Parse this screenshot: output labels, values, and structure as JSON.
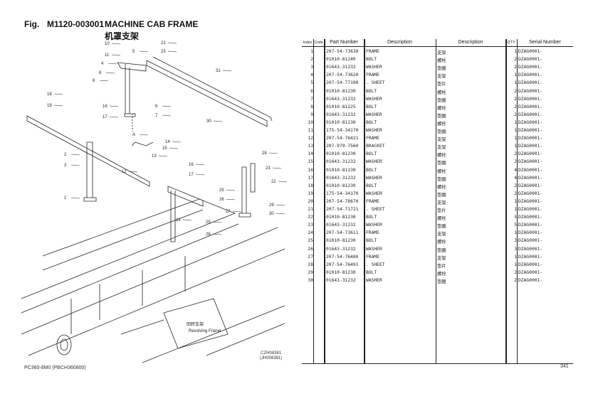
{
  "header": {
    "fig_label": "Fig.",
    "figure_code": "M1120-003001",
    "title": "MACHINE CAB FRAME",
    "title_cn": "机罩支架"
  },
  "footer": {
    "model": "PC360-8M0  (PBCH360800)",
    "page": "341",
    "drawing_code": [
      "CZH08381",
      "(JH008381)"
    ]
  },
  "diagram": {
    "frame_label_cn": "回转车架",
    "frame_label": "Revolving Frame",
    "callouts": [
      "10",
      "11",
      "5",
      "22",
      "23",
      "4",
      "8",
      "6",
      "31",
      "18",
      "19",
      "16",
      "6",
      "7",
      "17",
      "30",
      "A",
      "14",
      "15",
      "13",
      "2",
      "3",
      "12",
      "16",
      "17",
      "28",
      "23",
      "22",
      "25",
      "26",
      "1",
      "27",
      "29",
      "30",
      "24",
      "25",
      "26"
    ]
  },
  "table": {
    "headers": {
      "index": "Index",
      "code": "Code",
      "part_number": "Part Number",
      "description": "Description",
      "description_cn": "Description",
      "qty": "Q'TY",
      "serial": "Serial Number"
    },
    "rows": [
      {
        "index": "1",
        "pn": "207-54-73630",
        "desc": "FRAME",
        "desc_cn": "支架",
        "qty": "1",
        "sn": "DZAG0001-"
      },
      {
        "index": "2",
        "pn": "01010-81240",
        "desc": "BOLT",
        "desc_cn": "螺栓",
        "qty": "2",
        "sn": "DZAG0001-"
      },
      {
        "index": "3",
        "pn": "01643-31232",
        "desc": "WASHER",
        "desc_cn": "垫圈",
        "qty": "2",
        "sn": "DZAG0001-"
      },
      {
        "index": "4",
        "pn": "207-54-73620",
        "desc": "FRAME",
        "desc_cn": "支架",
        "qty": "1",
        "sn": "DZAG0001-"
      },
      {
        "index": "5",
        "pn": "207-54-77190",
        "desc": ". SHEET",
        "desc_cn": "垫片",
        "qty": "1",
        "sn": "DZAG0001-"
      },
      {
        "index": "6",
        "pn": "01010-81230",
        "desc": "BOLT",
        "desc_cn": "螺栓",
        "qty": "2",
        "sn": "DZAG0001-"
      },
      {
        "index": "7",
        "pn": "01643-31232",
        "desc": "WASHER",
        "desc_cn": "垫圈",
        "qty": "2",
        "sn": "DZAG0001-"
      },
      {
        "index": "8",
        "pn": "01010-81225",
        "desc": "BOLT",
        "desc_cn": "螺栓",
        "qty": "2",
        "sn": "DZAG0001-"
      },
      {
        "index": "9",
        "pn": "01643-31232",
        "desc": "WASHER",
        "desc_cn": "垫圈",
        "qty": "2",
        "sn": "DZAG0001-"
      },
      {
        "index": "10",
        "pn": "01010-81230",
        "desc": "BOLT",
        "desc_cn": "螺栓",
        "qty": "1",
        "sn": "DZAG0001-"
      },
      {
        "index": "11",
        "pn": "175-54-34170",
        "desc": "WASHER",
        "desc_cn": "垫圈",
        "qty": "1",
        "sn": "DZAG0001-"
      },
      {
        "index": "12",
        "pn": "207-54-76421",
        "desc": "FRAME",
        "desc_cn": "支架",
        "qty": "1",
        "sn": "DZAG0001-"
      },
      {
        "index": "13",
        "pn": "207-979-7560",
        "desc": "BRACKET",
        "desc_cn": "支架",
        "qty": "1",
        "sn": "DZAG0001-"
      },
      {
        "index": "14",
        "pn": "01010-81230",
        "desc": "BOLT",
        "desc_cn": "螺栓",
        "qty": "2",
        "sn": "DZAG0001-"
      },
      {
        "index": "15",
        "pn": "01643-31232",
        "desc": "WASHER",
        "desc_cn": "垫圈",
        "qty": "2",
        "sn": "DZAG0001-"
      },
      {
        "index": "16",
        "pn": "01010-81230",
        "desc": "BOLT",
        "desc_cn": "螺栓",
        "qty": "4",
        "sn": "DZAG0001-"
      },
      {
        "index": "17",
        "pn": "01643-31232",
        "desc": "WASHER",
        "desc_cn": "垫圈",
        "qty": "4",
        "sn": "DZAG0001-"
      },
      {
        "index": "18",
        "pn": "01010-81230",
        "desc": "BOLT",
        "desc_cn": "螺栓",
        "qty": "2",
        "sn": "DZAG0001-"
      },
      {
        "index": "19",
        "pn": "175-54-34170",
        "desc": "WASHER",
        "desc_cn": "垫圈",
        "qty": "2",
        "sn": "DZAG0001-"
      },
      {
        "index": "20",
        "pn": "207-54-78670",
        "desc": "FRAME",
        "desc_cn": "支架",
        "qty": "1",
        "sn": "DZAG0001-"
      },
      {
        "index": "21",
        "pn": "207-54-71721",
        "desc": ". SHEET",
        "desc_cn": "垫片",
        "qty": "1",
        "sn": "DZAG0001-"
      },
      {
        "index": "22",
        "pn": "01010-81230",
        "desc": "BOLT",
        "desc_cn": "螺栓",
        "qty": "5",
        "sn": "DZAG0001-"
      },
      {
        "index": "23",
        "pn": "01643-31232",
        "desc": "WASHER",
        "desc_cn": "垫圈",
        "qty": "5",
        "sn": "DZAG0001-"
      },
      {
        "index": "24",
        "pn": "207-54-73611",
        "desc": "FRAME",
        "desc_cn": "支架",
        "qty": "1",
        "sn": "DZAG0001-"
      },
      {
        "index": "25",
        "pn": "01010-81230",
        "desc": "BOLT",
        "desc_cn": "螺栓",
        "qty": "3",
        "sn": "DZAG0001-"
      },
      {
        "index": "26",
        "pn": "01643-31232",
        "desc": "WASHER",
        "desc_cn": "垫圈",
        "qty": "3",
        "sn": "DZAG0001-"
      },
      {
        "index": "27",
        "pn": "207-54-76480",
        "desc": "FRAME",
        "desc_cn": "支架",
        "qty": "1",
        "sn": "DZAG0001-"
      },
      {
        "index": "28",
        "pn": "207-54-76491",
        "desc": ". SHEET",
        "desc_cn": "垫片",
        "qty": "1",
        "sn": "DZAG0001-"
      },
      {
        "index": "29",
        "pn": "01010-81230",
        "desc": "BOLT",
        "desc_cn": "螺栓",
        "qty": "2",
        "sn": "DZAG0001-"
      },
      {
        "index": "30",
        "pn": "01643-31232",
        "desc": "WASHER",
        "desc_cn": "垫圈",
        "qty": "2",
        "sn": "DZAG0001-"
      }
    ]
  }
}
